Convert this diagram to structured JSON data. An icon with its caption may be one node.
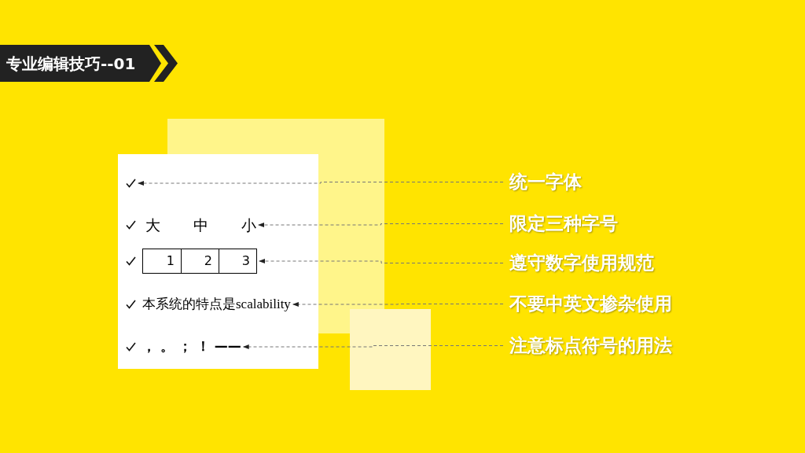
{
  "diagram": {
    "title": "专业编辑技巧--01",
    "nodes": [
      {
        "text": [],
        "shape": "picture"
      },
      {
        "text": [
          "大",
          "中",
          "小"
        ]
      },
      {
        "text": [
          "1",
          "2",
          "3"
        ]
      },
      {
        "text": [
          "本系统的特点是scalability"
        ]
      },
      {
        "text": [
          "， 。 ； ！ ——"
        ]
      },
      {
        "text": [
          "统一字体"
        ]
      },
      {
        "text": [
          "限定三种字号"
        ]
      },
      {
        "text": [
          "遵守数字使用规范"
        ]
      },
      {
        "text": [
          "不要中英文掺杂使用"
        ]
      },
      {
        "text": [
          "注意标点符号的用法"
        ]
      }
    ],
    "edges": [
      {
        "from": 5,
        "to": 0,
        "arrow": "to",
        "style": "dashed"
      },
      {
        "from": 6,
        "to": 1,
        "arrow": "to",
        "style": "dashed"
      },
      {
        "from": 7,
        "to": 2,
        "arrow": "to",
        "style": "dashed"
      },
      {
        "from": 8,
        "to": 3,
        "arrow": "to",
        "style": "dashed"
      },
      {
        "from": 9,
        "to": 4,
        "arrow": "to",
        "style": "dashed"
      }
    ]
  }
}
